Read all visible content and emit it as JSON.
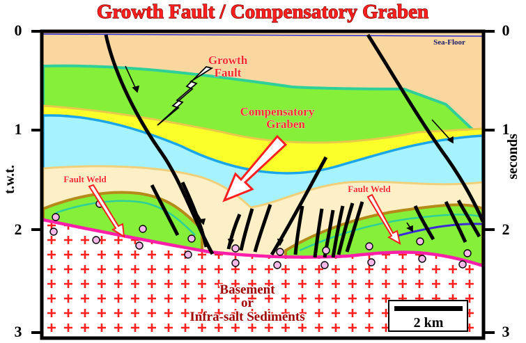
{
  "title": "Growth Fault / Compensatory Graben",
  "left_axis": {
    "label": "t.w.t.",
    "ticks": [
      "0",
      "1",
      "2",
      "3"
    ]
  },
  "right_axis": {
    "label": "seconds",
    "ticks": [
      "0",
      "1",
      "2",
      "3"
    ]
  },
  "labels": {
    "sea_floor": "Sea-Floor",
    "growth_fault": [
      "Growth",
      "Fault"
    ],
    "compensatory_graben": [
      "Compensatory",
      "Graben"
    ],
    "fault_weld_left": "Fault Weld",
    "fault_weld_right": "Fault Weld",
    "basement": [
      "Basement",
      "or",
      "Infra-salt Sediments"
    ]
  },
  "scale_bar": {
    "label": "2 km"
  },
  "colors": {
    "title_red": "#ff1f1f",
    "sea_fill": "#fbd7a0",
    "green_layer": "#86ef3a",
    "yellow_layer": "#fbff2a",
    "cyan_layer": "#a6f3ff",
    "cream_layer": "#fdf0c6",
    "salt_weld": "#ff1fa9",
    "basement_plus": "#ff1f1f",
    "fault_black": "#000000"
  }
}
